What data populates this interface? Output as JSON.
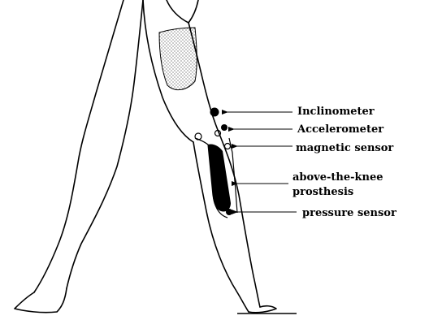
{
  "labels": {
    "inclinometer": "Inclinometer",
    "accelerometer": "Accelerometer",
    "magnetic_sensor": "magnetic sensor",
    "prosthesis_line1": "above-the-knee",
    "prosthesis_line2": "prosthesis",
    "pressure_sensor": "pressure sensor"
  },
  "colors": {
    "line": "#000000",
    "background": "#ffffff"
  }
}
